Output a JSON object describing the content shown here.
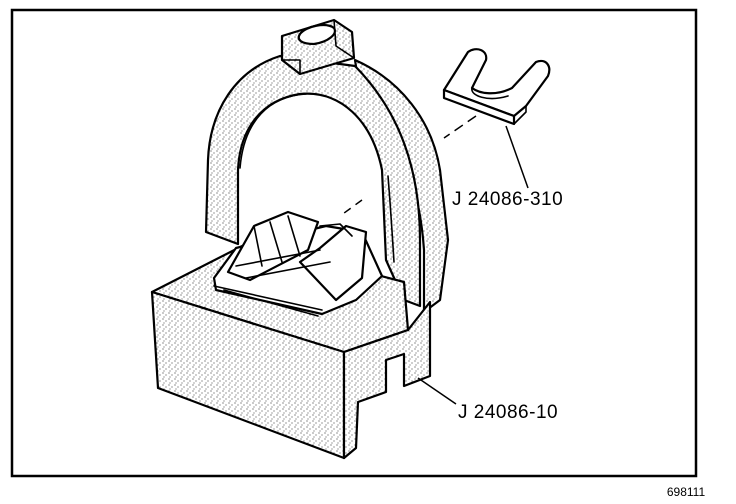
{
  "callouts": {
    "shim": "J 24086-310",
    "fixture": "J 24086-10"
  },
  "figure_id": "698111",
  "colors": {
    "ink": "#000000",
    "paper": "#ffffff"
  }
}
